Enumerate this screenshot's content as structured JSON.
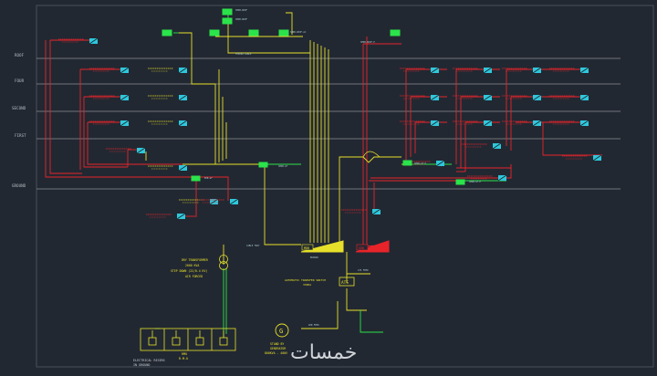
{
  "floors": [
    "ROOF",
    "FOUR",
    "SECOND",
    "FIRST",
    "GROUND"
  ],
  "transformer": {
    "title": "DRY TRANSFORMER",
    "lines": [
      "2000 KVA",
      "STEP DOWN (22/0.4 KV)",
      "AIR FORCED"
    ]
  },
  "ats": {
    "label": "ATS",
    "caption": [
      "AUTOMATIC TRANSFER SWITCH",
      "330KA"
    ]
  },
  "generator": {
    "symbol": "G",
    "caption": [
      "STAND BY",
      "GENERATOR",
      "800KVA - 400V"
    ]
  },
  "rmu": {
    "label": "RMU",
    "caption": "R.M.U"
  },
  "msb_label": "MDB",
  "edb_label": "EDB",
  "footer_title": [
    "ELECTRICAL RISERS",
    "IN GROUND"
  ],
  "watermark": "خمسات",
  "colors": {
    "background": "#222832",
    "floor_line": "#8b8f95",
    "cable_red": "#e8242a",
    "cable_yellow": "#e6e02a",
    "cable_green": "#2be34a",
    "panel_cyan": "#2ec8dc",
    "text_white": "#d9dcdf"
  }
}
